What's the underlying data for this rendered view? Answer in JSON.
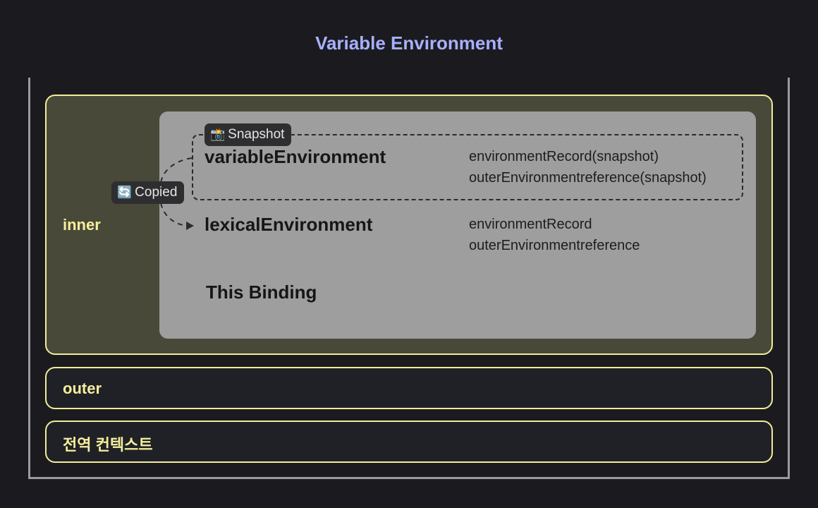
{
  "title": "Variable Environment",
  "contexts": {
    "inner": {
      "label": "inner",
      "environments": {
        "variable": {
          "name": "variableEnvironment",
          "props": [
            "environmentRecord(snapshot)",
            "outerEnvironmentreference(snapshot)"
          ]
        },
        "lexical": {
          "name": "lexicalEnvironment",
          "props": [
            "environmentRecord",
            "outerEnvironmentreference"
          ]
        },
        "this_binding": {
          "name": "This Binding"
        }
      },
      "badges": {
        "snapshot": {
          "icon": "📸",
          "label": "Snapshot"
        },
        "copied": {
          "icon": "🔄",
          "label": "Copied"
        }
      }
    },
    "outer": {
      "label": "outer"
    },
    "global": {
      "label": "전역 컨텍스트"
    }
  },
  "colors": {
    "title": "#a7b0ff",
    "context_border": "#f2ec9a",
    "context_label": "#f5ef9e",
    "inner_bg": "#484939",
    "panel_bg": "#9e9e9e",
    "frame_border": "#9a9a9f",
    "background": "#1b1b1f"
  }
}
